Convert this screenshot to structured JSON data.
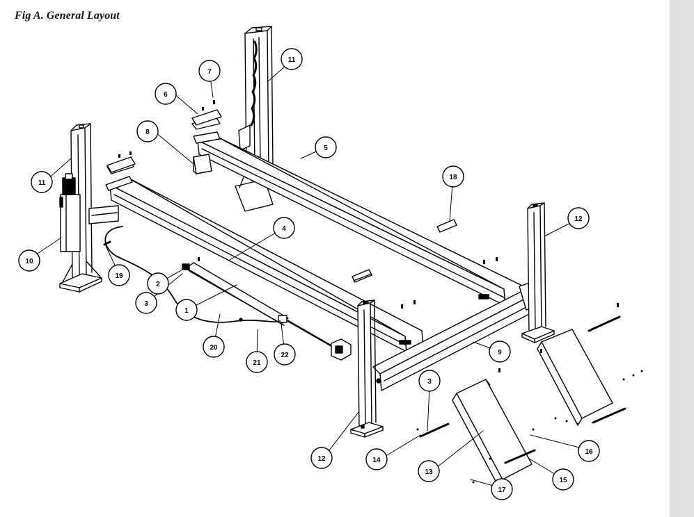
{
  "figure": {
    "title": "Fig A.  General Layout"
  },
  "callouts": [
    {
      "id": "1",
      "label": "1"
    },
    {
      "id": "2",
      "label": "2"
    },
    {
      "id": "3a",
      "label": "3"
    },
    {
      "id": "3b",
      "label": "3"
    },
    {
      "id": "4",
      "label": "4"
    },
    {
      "id": "5",
      "label": "5"
    },
    {
      "id": "6",
      "label": "6"
    },
    {
      "id": "7",
      "label": "7"
    },
    {
      "id": "8",
      "label": "8"
    },
    {
      "id": "9",
      "label": "9"
    },
    {
      "id": "10",
      "label": "10"
    },
    {
      "id": "11a",
      "label": "11"
    },
    {
      "id": "11b",
      "label": "11"
    },
    {
      "id": "12a",
      "label": "12"
    },
    {
      "id": "12b",
      "label": "12"
    },
    {
      "id": "13",
      "label": "13"
    },
    {
      "id": "14",
      "label": "14"
    },
    {
      "id": "15",
      "label": "15"
    },
    {
      "id": "16",
      "label": "16"
    },
    {
      "id": "17",
      "label": "17"
    },
    {
      "id": "18",
      "label": "18"
    },
    {
      "id": "19",
      "label": "19"
    },
    {
      "id": "20",
      "label": "20"
    },
    {
      "id": "21",
      "label": "21"
    },
    {
      "id": "22",
      "label": "22"
    }
  ],
  "colors": {
    "line": "#000000",
    "side_panel": "#e2e2e2",
    "background": "#ffffff"
  }
}
